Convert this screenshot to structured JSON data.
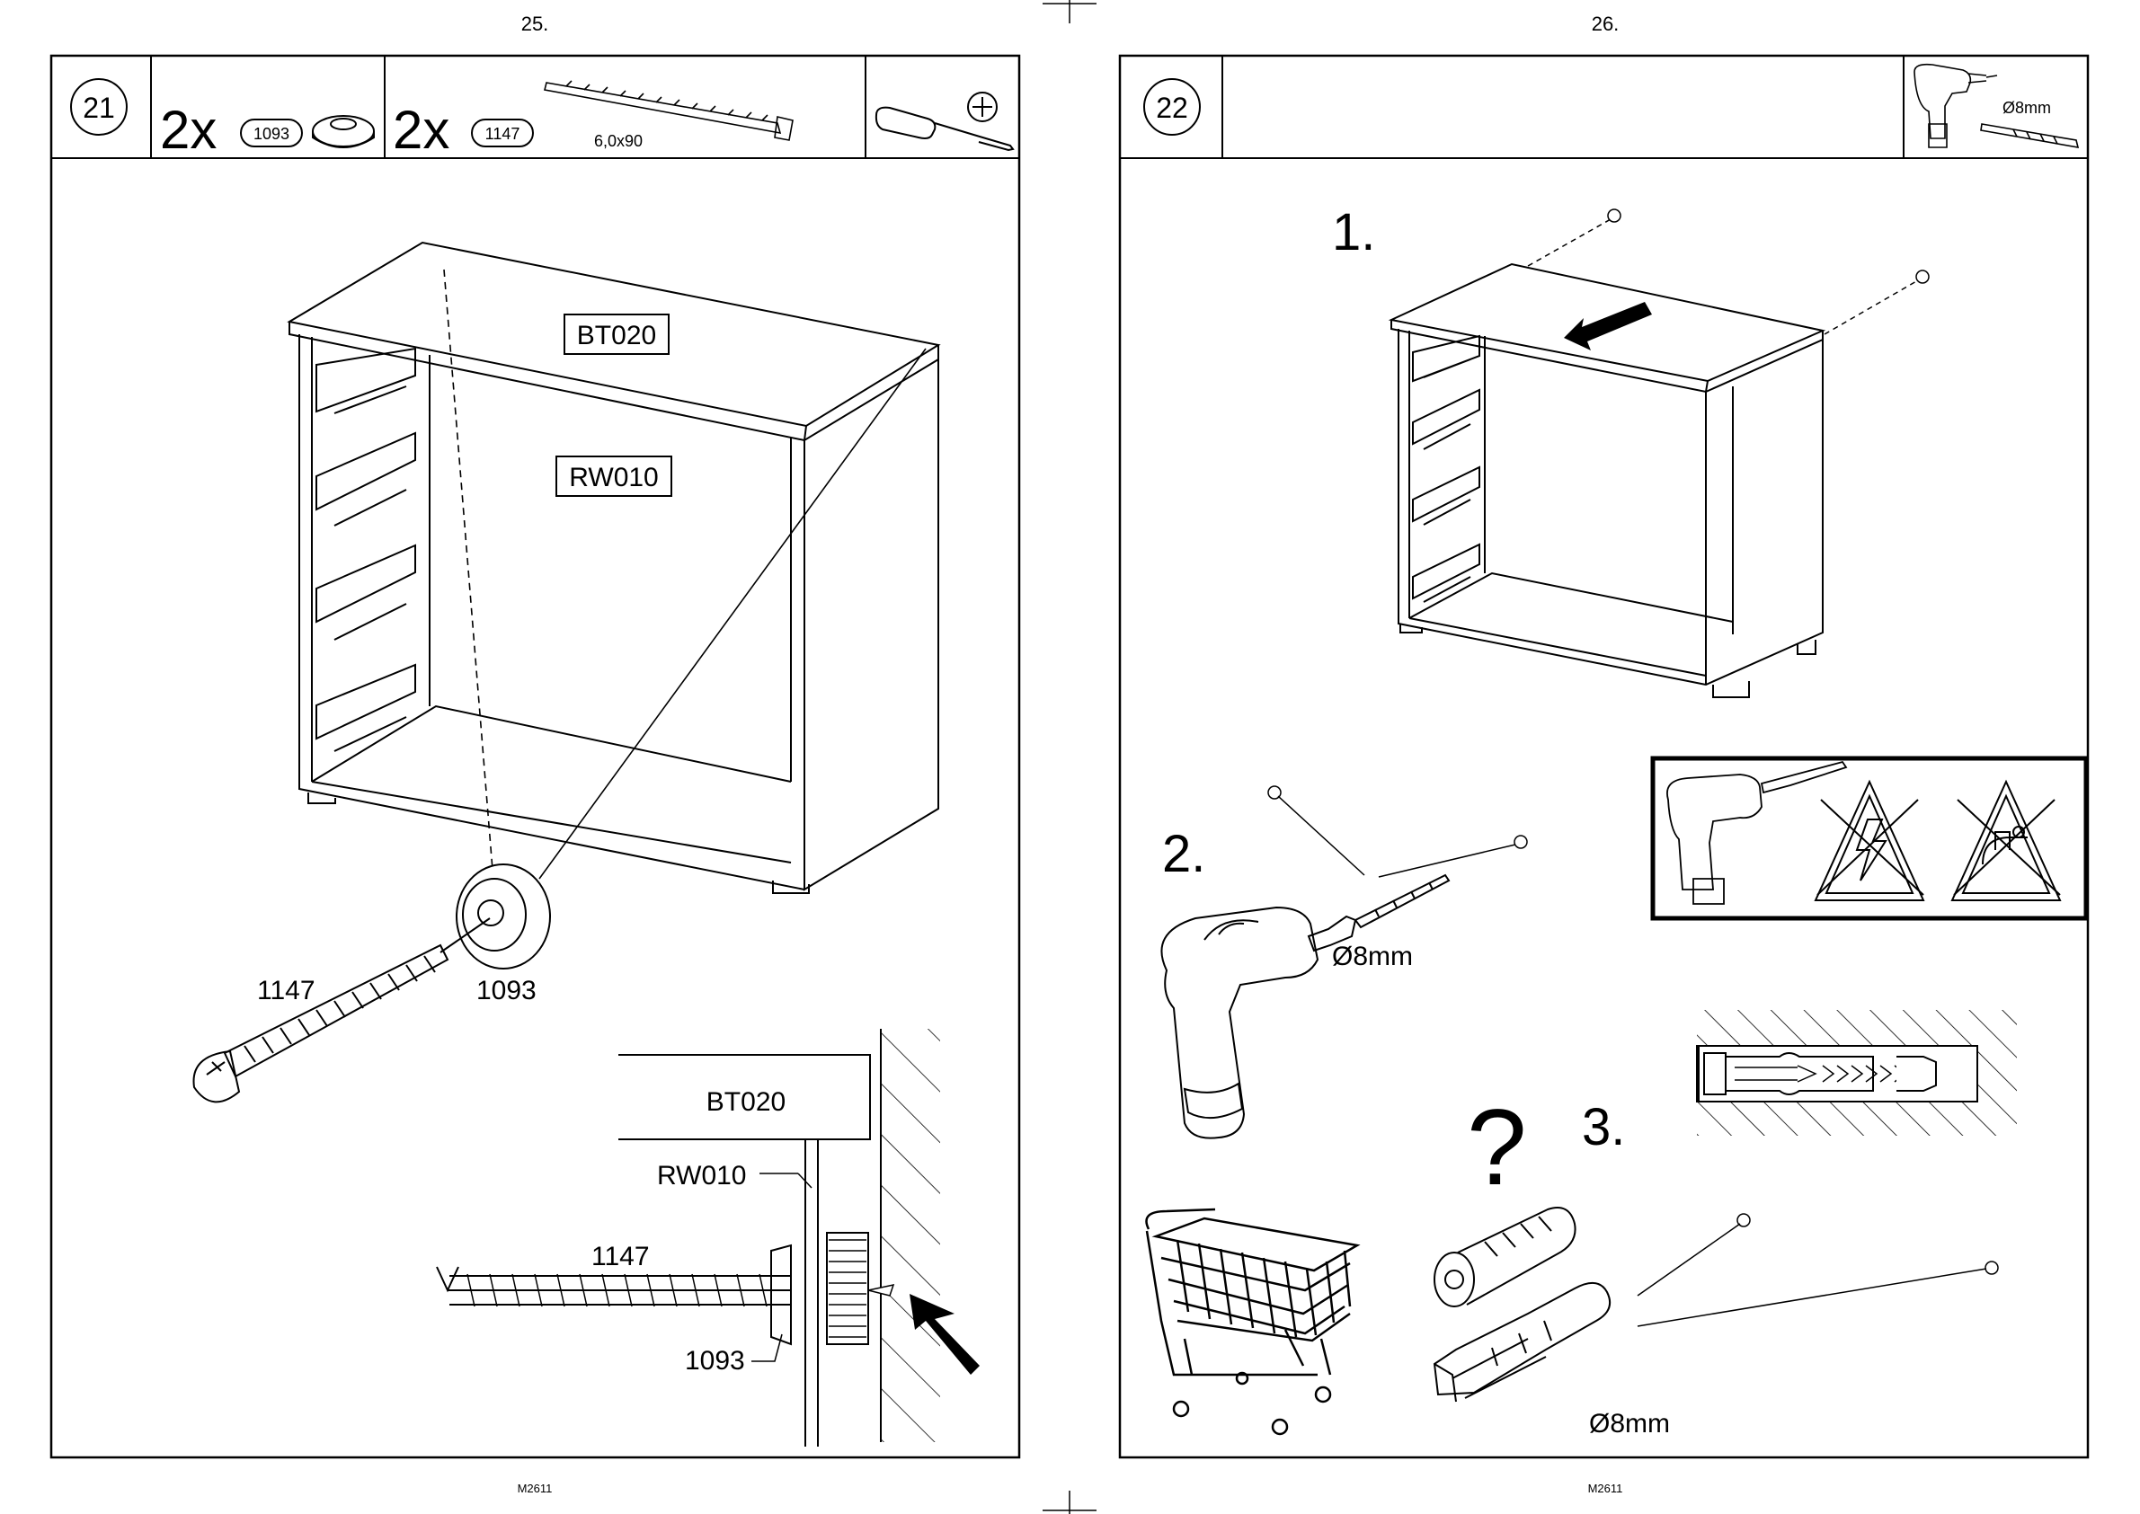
{
  "pages": {
    "left": {
      "page_number": "25.",
      "footer_code": "M2611",
      "step_number": "21",
      "parts": [
        {
          "qty": "2x",
          "part_id": "1093",
          "part_icon": "washer-icon"
        },
        {
          "qty": "2x",
          "part_id": "1147",
          "part_icon": "screw-icon",
          "spec": "6,0x90"
        }
      ],
      "tool_icon": "phillips-screwdriver-icon",
      "panel_labels": {
        "top": "BT020",
        "back": "RW010"
      },
      "callouts": {
        "screw": "1147",
        "washer": "1093"
      },
      "detail": {
        "top": "BT020",
        "back": "RW010",
        "screw": "1147",
        "washer": "1093"
      }
    },
    "right": {
      "page_number": "26.",
      "footer_code": "M2611",
      "step_number": "22",
      "tool_icon": "cordless-drill-icon",
      "tool_bit": "Ø8mm",
      "substeps": [
        "1.",
        "2.",
        "3."
      ],
      "drill_bit_label": "Ø8mm",
      "warning_icons": [
        "cordless-drill-icon",
        "no-electric-cable-icon",
        "no-water-pipe-icon"
      ],
      "question_mark": "?",
      "plug_label": "Ø8mm"
    }
  }
}
